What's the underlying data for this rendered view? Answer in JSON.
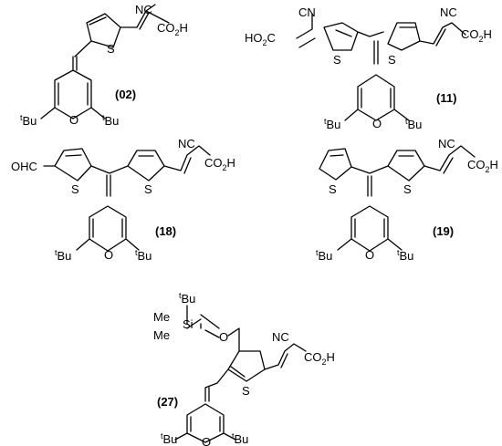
{
  "atoms": {
    "nitrile": "NC",
    "acid": "CO",
    "acid_sub": "2",
    "acid_h": "H",
    "acid_left": "HO",
    "acid_left_sub": "2",
    "acid_left_c": "C",
    "cn": "CN",
    "sulfur": "S",
    "oxygen": "O",
    "aldehyde": "OHC",
    "tert": "t",
    "butyl": "Bu",
    "si": "Si",
    "me": "Me"
  },
  "labels": {
    "c02": "(02)",
    "c11": "(11)",
    "c18": "(18)",
    "c19": "(19)",
    "c27": "(27)"
  }
}
